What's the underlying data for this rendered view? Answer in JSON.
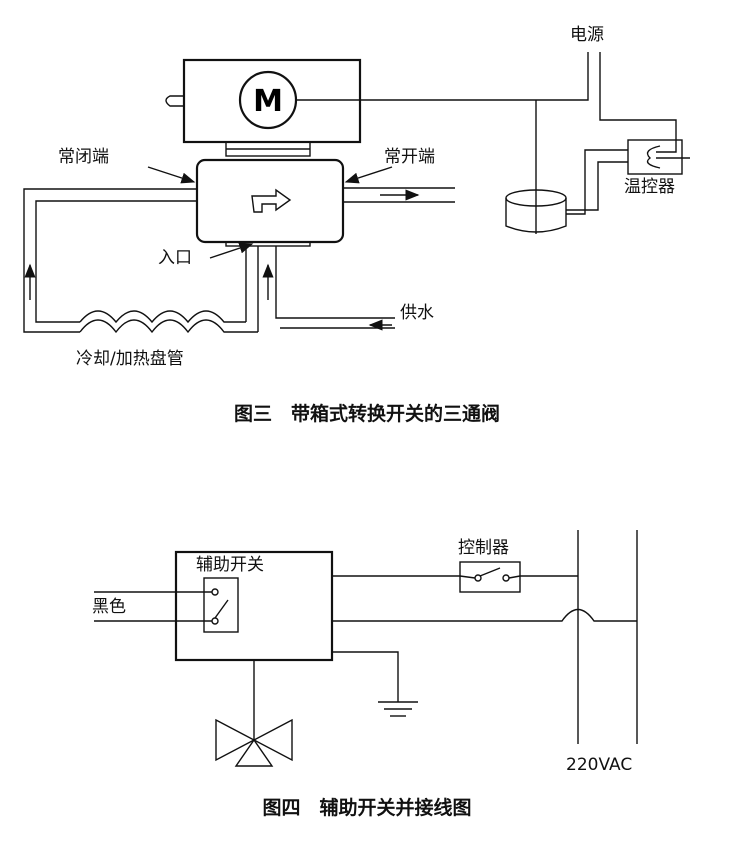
{
  "figure3": {
    "motor_letter": "M",
    "power_label": "电源",
    "normally_closed_label": "常闭端",
    "normally_open_label": "常开端",
    "thermostat_label": "温控器",
    "inlet_label": "入口",
    "water_supply_label": "供水",
    "coil_label": "冷却/加热盘管",
    "caption": "图三　带箱式转换开关的三通阀"
  },
  "figure4": {
    "aux_switch_label": "辅助开关",
    "controller_label": "控制器",
    "black_label": "黑色",
    "voltage_label": "220VAC",
    "caption": "图四　辅助开关并接线图"
  }
}
